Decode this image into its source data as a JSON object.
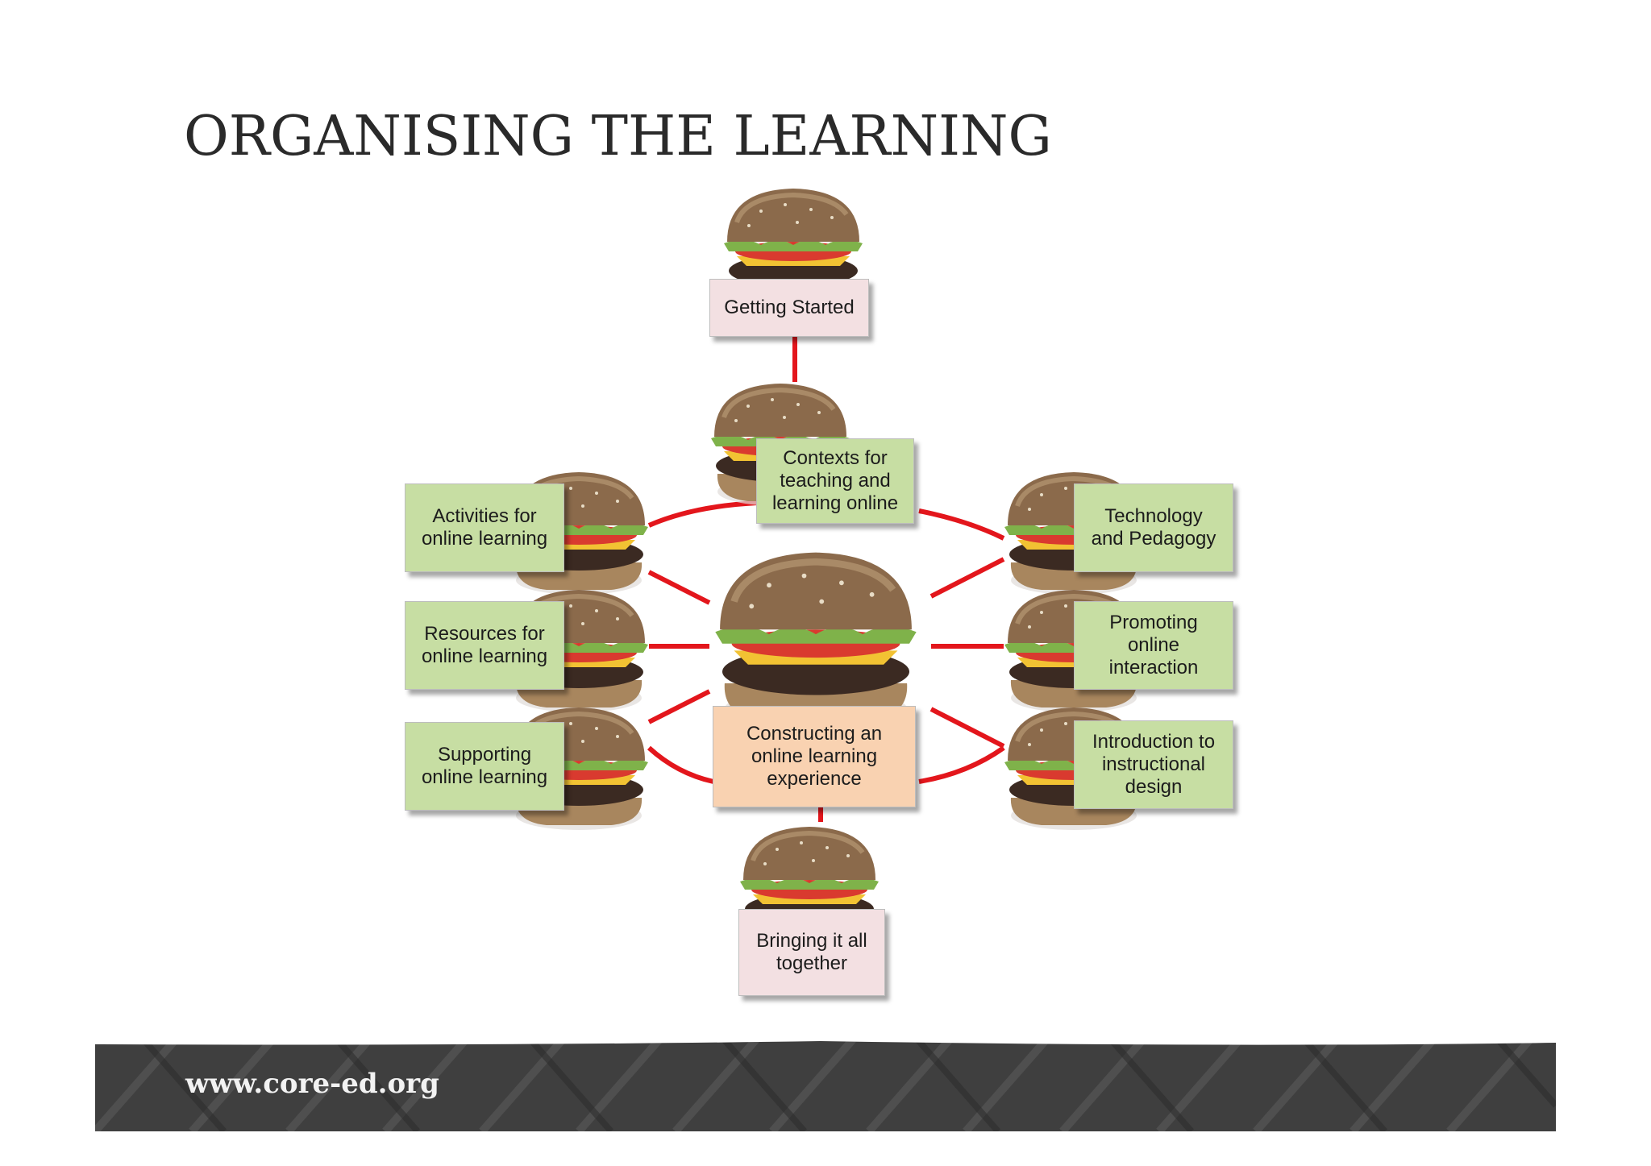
{
  "slide": {
    "title": "ORGANISING THE LEARNING",
    "footer_url": "www.core-ed.org"
  },
  "diagram": {
    "nodes": {
      "getting_started": "Getting Started",
      "contexts": "Contexts for\nteaching and\nlearning online",
      "activities": "Activities for\nonline learning",
      "resources": "Resources for\nonline learning",
      "supporting": "Supporting\nonline learning",
      "technology": "Technology\nand Pedagogy",
      "promoting": "Promoting\nonline\ninteraction",
      "introduction": "Introduction to\ninstructional\ndesign",
      "constructing": "Constructing an\nonline learning\nexperience",
      "bringing": "Bringing it all\ntogether"
    },
    "colors": {
      "connector": "#e3161c",
      "module_box": "#c7dea3",
      "bookend_box": "#f3e0e2",
      "center_box": "#f9d2b1",
      "footer": "#3f3f3f"
    },
    "icons": [
      "burger-icon"
    ]
  }
}
